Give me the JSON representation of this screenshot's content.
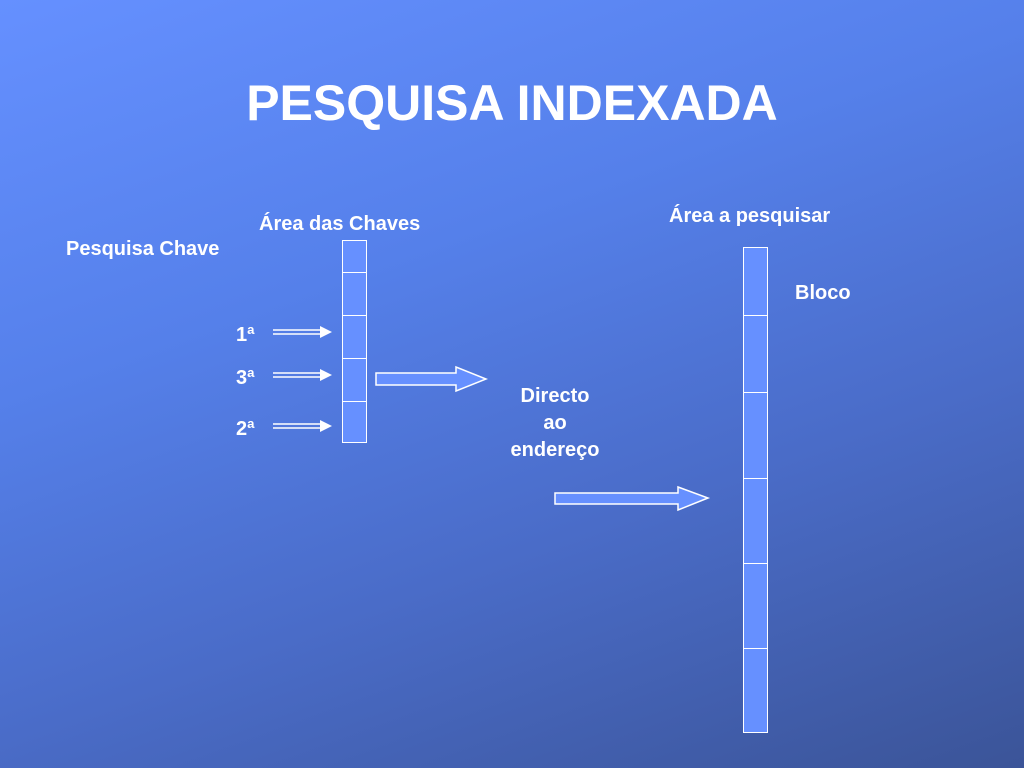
{
  "title": "PESQUISA INDEXADA",
  "labels": {
    "pesquisa_chave": "Pesquisa Chave",
    "area_das_chaves": "Área das Chaves",
    "area_a_pesquisar": "Área a pesquisar",
    "bloco": "Bloco",
    "key_1": "1ª",
    "key_3": "3ª",
    "key_2": "2ª",
    "direct_lines": [
      "Directo",
      "ao",
      "endereço"
    ]
  },
  "colors": {
    "background_top": "#6590ff",
    "background_bottom": "#3b5498",
    "cell_fill": "#6690ff",
    "line": "#ffffff"
  }
}
